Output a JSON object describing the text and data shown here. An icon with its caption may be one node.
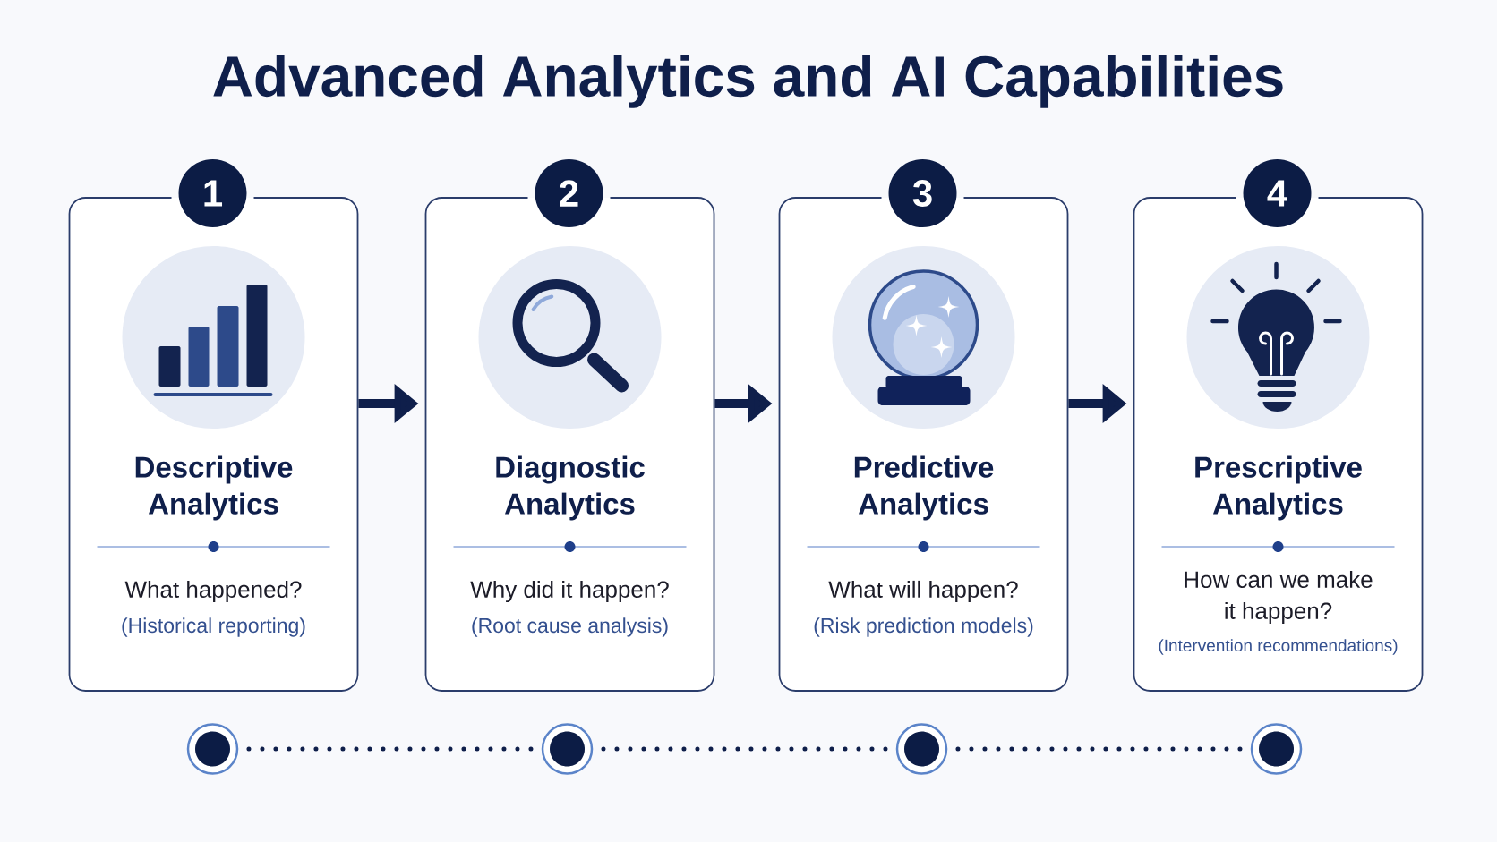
{
  "diagram": {
    "title": "Advanced Analytics and AI Capabilities",
    "nodes": [
      {
        "text": [
          "1"
        ]
      },
      {
        "text": [
          "2"
        ]
      },
      {
        "text": [
          "3"
        ]
      },
      {
        "text": [
          "4"
        ]
      },
      {
        "text": [
          "Descriptive Analytics",
          "What happened?",
          "(Historical reporting)"
        ]
      },
      {
        "text": [
          "Diagnostic Analytics",
          "Why did it happen?",
          "(Root cause analysis)"
        ]
      },
      {
        "text": [
          "Predictive Analytics",
          "What will happen?",
          "(Risk prediction models)"
        ]
      },
      {
        "text": [
          "Prescriptive Analytics",
          "How can we make it happen?",
          "(Intervention recommendations)"
        ]
      },
      {
        "text": [],
        "shape": "circle"
      },
      {
        "text": [],
        "shape": "circle"
      },
      {
        "text": [],
        "shape": "circle"
      },
      {
        "text": [],
        "shape": "circle"
      }
    ],
    "edges": [
      {
        "from": 4,
        "to": 5,
        "arrow": "to",
        "style": "thick"
      },
      {
        "from": 5,
        "to": 6,
        "arrow": "to",
        "style": "thick"
      },
      {
        "from": 6,
        "to": 7,
        "arrow": "to",
        "style": "thick"
      },
      {
        "from": 8,
        "to": 9,
        "arrow": "none",
        "style": "dashed"
      },
      {
        "from": 9,
        "to": 10,
        "arrow": "none",
        "style": "dashed"
      },
      {
        "from": 10,
        "to": 11,
        "arrow": "none",
        "style": "dashed"
      }
    ]
  }
}
